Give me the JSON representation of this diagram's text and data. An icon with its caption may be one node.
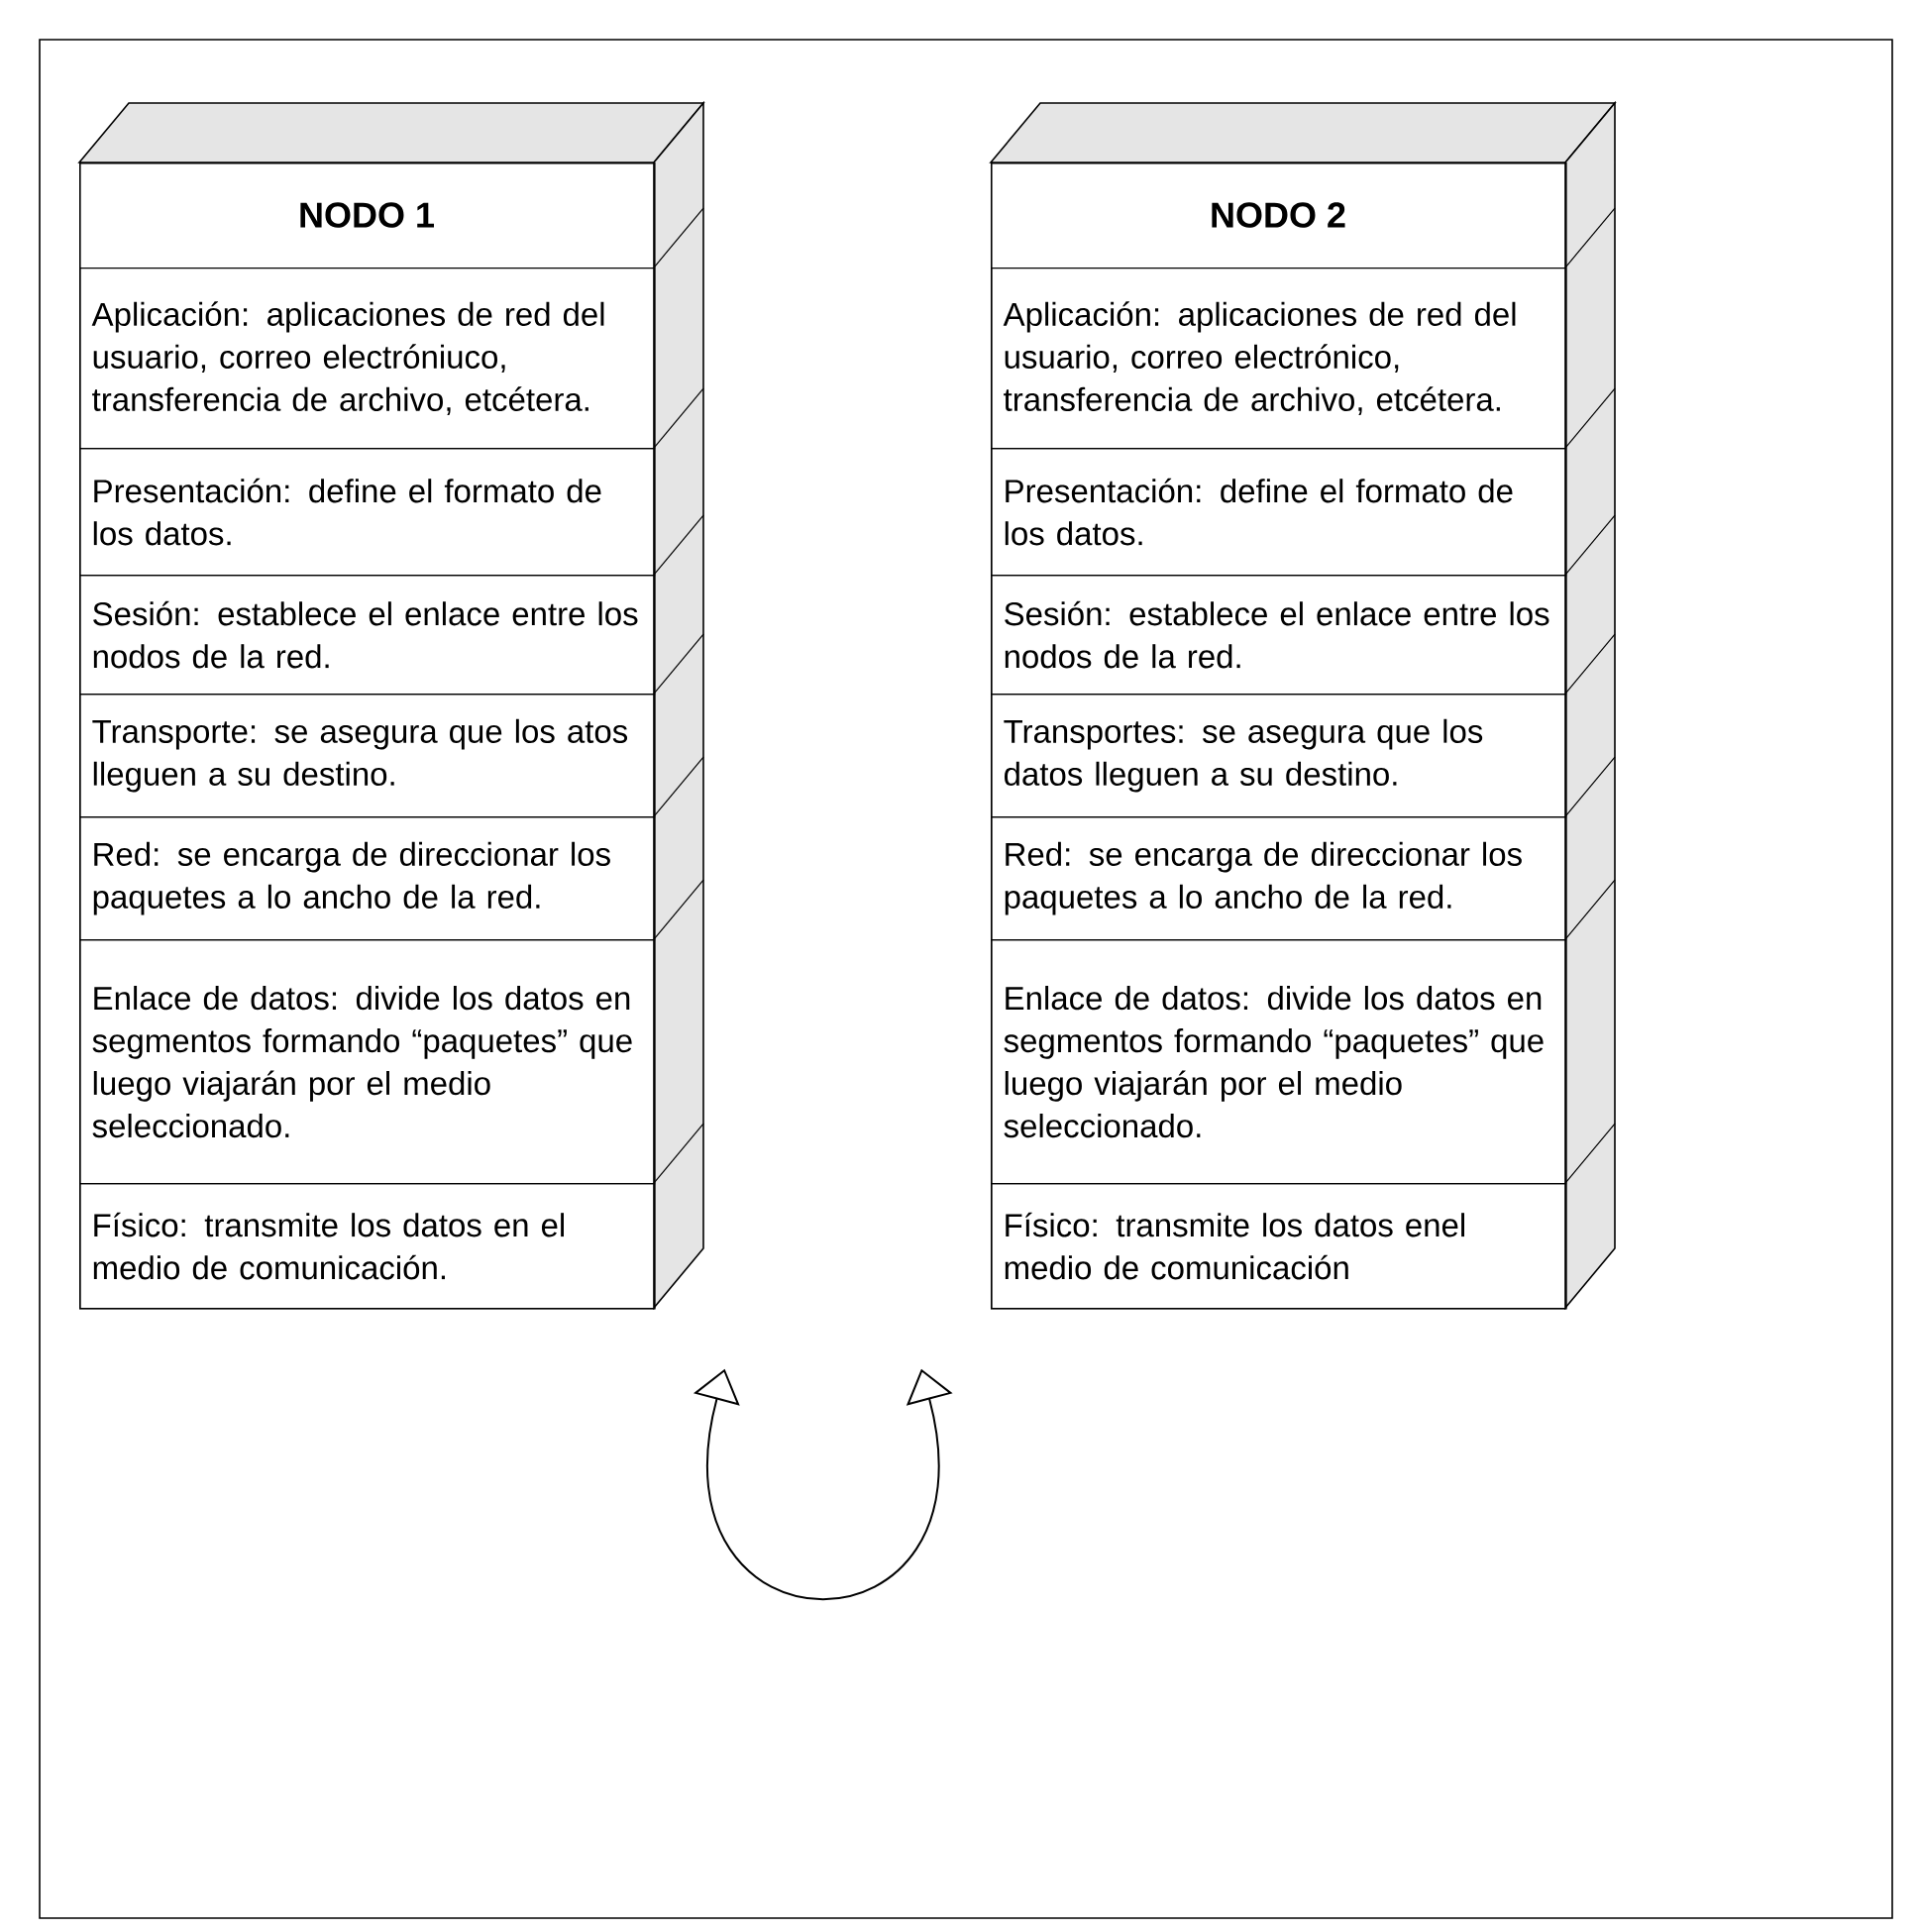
{
  "diagram": {
    "nodes": [
      {
        "text": [
          "NODO 1"
        ]
      },
      {
        "text": [
          "Aplicación: aplicaciones de red del usuario, correo electróniuco, transferencia de archivo, etcétera."
        ],
        "in": 0
      },
      {
        "text": [
          "Presentación: define el formato de los datos."
        ],
        "in": 0
      },
      {
        "text": [
          "Sesión: establece el enlace entre los nodos de la red."
        ],
        "in": 0
      },
      {
        "text": [
          "Transporte: se asegura que los atos lleguen a su destino."
        ],
        "in": 0
      },
      {
        "text": [
          "Red: se encarga de direccionar los paquetes a lo ancho de la red."
        ],
        "in": 0
      },
      {
        "text": [
          "Enlace de datos: divide los datos en segmentos formando “paquetes” que luego viajarán por el medio seleccionado."
        ],
        "in": 0
      },
      {
        "text": [
          "Físico: transmite los datos en el medio de comunicación."
        ],
        "in": 0
      },
      {
        "text": [
          "NODO 2"
        ]
      },
      {
        "text": [
          "Aplicación: aplicaciones de red del usuario, correo electrónico, transferencia de archivo, etcétera."
        ],
        "in": 8
      },
      {
        "text": [
          "Presentación: define el formato de los datos."
        ],
        "in": 8
      },
      {
        "text": [
          "Sesión: establece el enlace entre los nodos de la red."
        ],
        "in": 8
      },
      {
        "text": [
          "Transportes: se asegura que los datos lleguen a su destino."
        ],
        "in": 8
      },
      {
        "text": [
          "Red: se encarga de direccionar los paquetes a lo ancho de la red."
        ],
        "in": 8
      },
      {
        "text": [
          "Enlace de datos: divide los datos en segmentos formando “paquetes” que luego viajarán por el medio seleccionado."
        ],
        "in": 8
      },
      {
        "text": [
          "Físico: transmite los datos enel medio de comunicación"
        ],
        "in": 8
      }
    ],
    "edges": [
      {
        "from": 0,
        "to": 8,
        "arrow": "both"
      }
    ]
  }
}
